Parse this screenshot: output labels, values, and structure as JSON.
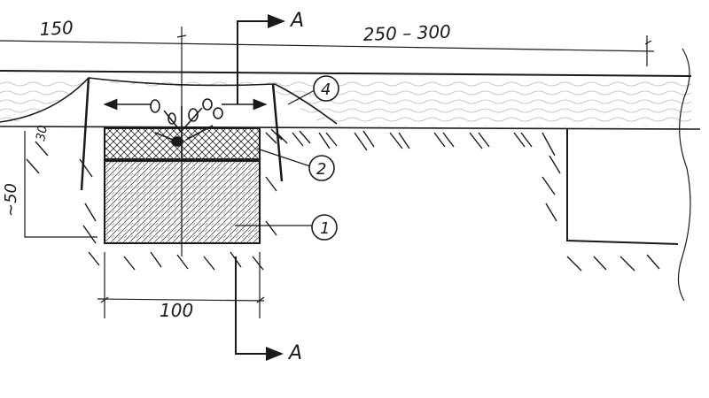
{
  "dimensions": {
    "top_left": "150",
    "top_right": "250 – 300",
    "depth": "~50",
    "width": "100",
    "small": "30"
  },
  "section_marks": {
    "top": "A",
    "bottom": "A"
  },
  "callouts": [
    "1",
    "2",
    "4"
  ],
  "colors": {
    "ink": "#1a1a1a",
    "paper": "#ffffff"
  }
}
